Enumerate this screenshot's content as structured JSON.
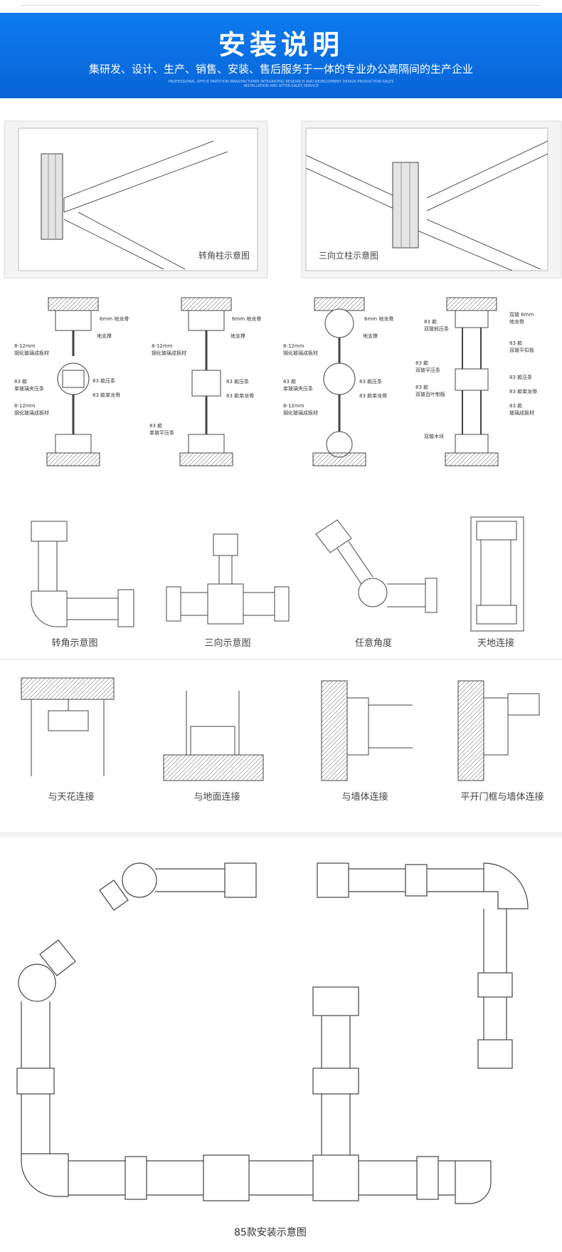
{
  "banner": {
    "title": "安装说明",
    "subtitle": "集研发、设计、生产、销售、安装、售后服务于一体的专业办公高隔间的生产企业",
    "tiny_line_1": "PROFESSIONAL OFFICE PARTITION MANUFACTURER INTEGRATING RESEARCH AND DEVELOPMENT DESIGN PRODUCTION SALES",
    "tiny_line_2": "INSTALLATION AND AFTER-SALES SERVICE"
  },
  "photos": [
    {
      "caption": "转角柱示意图"
    },
    {
      "caption": "三向立柱示意图"
    }
  ],
  "sections": {
    "s1": {
      "labels": [
        "6mm 地龙骨",
        "地支撑",
        "8-12mm",
        "钢化玻璃成板材",
        "83 款",
        "单玻璃夹压条",
        "83 款压条",
        "83 款单龙骨",
        "8-12mm",
        "钢化玻璃成板材"
      ]
    },
    "s2": {
      "labels": [
        "6mm 地龙骨",
        "地支撑",
        "8-12mm",
        "钢化玻璃成板材",
        "83 款压条",
        "83 款单龙骨",
        "83 款",
        "单玻平压条"
      ]
    },
    "s3": {
      "labels": [
        "6mm 地龙骨",
        "地支撑",
        "8-12mm",
        "钢化玻璃成板材",
        "83 款",
        "单玻璃夹压条",
        "83 款压条",
        "83 款单龙骨",
        "8-12mm",
        "钢化玻璃成板材"
      ]
    },
    "s4": {
      "labels": [
        "83 款",
        "双玻斜压条",
        "双玻 6mm",
        "地龙骨",
        "83 款",
        "双玻平扣板",
        "83 款",
        "双玻平压条",
        "83 款",
        "双玻百叶制板",
        "83 款压条",
        "83 款单龙骨",
        "83 款",
        "玻璃成板材",
        "双玻木块"
      ]
    }
  },
  "joints": [
    {
      "caption": "转角示意图"
    },
    {
      "caption": "三向示意图"
    },
    {
      "caption": "任意角度"
    },
    {
      "caption": "天地连接"
    }
  ],
  "connections": [
    {
      "caption": "与天花连接"
    },
    {
      "caption": "与地面连接"
    },
    {
      "caption": "与墙体连接"
    },
    {
      "caption": "平开门框与墙体连接"
    }
  ],
  "plan": {
    "caption": "85款安装示意图"
  }
}
